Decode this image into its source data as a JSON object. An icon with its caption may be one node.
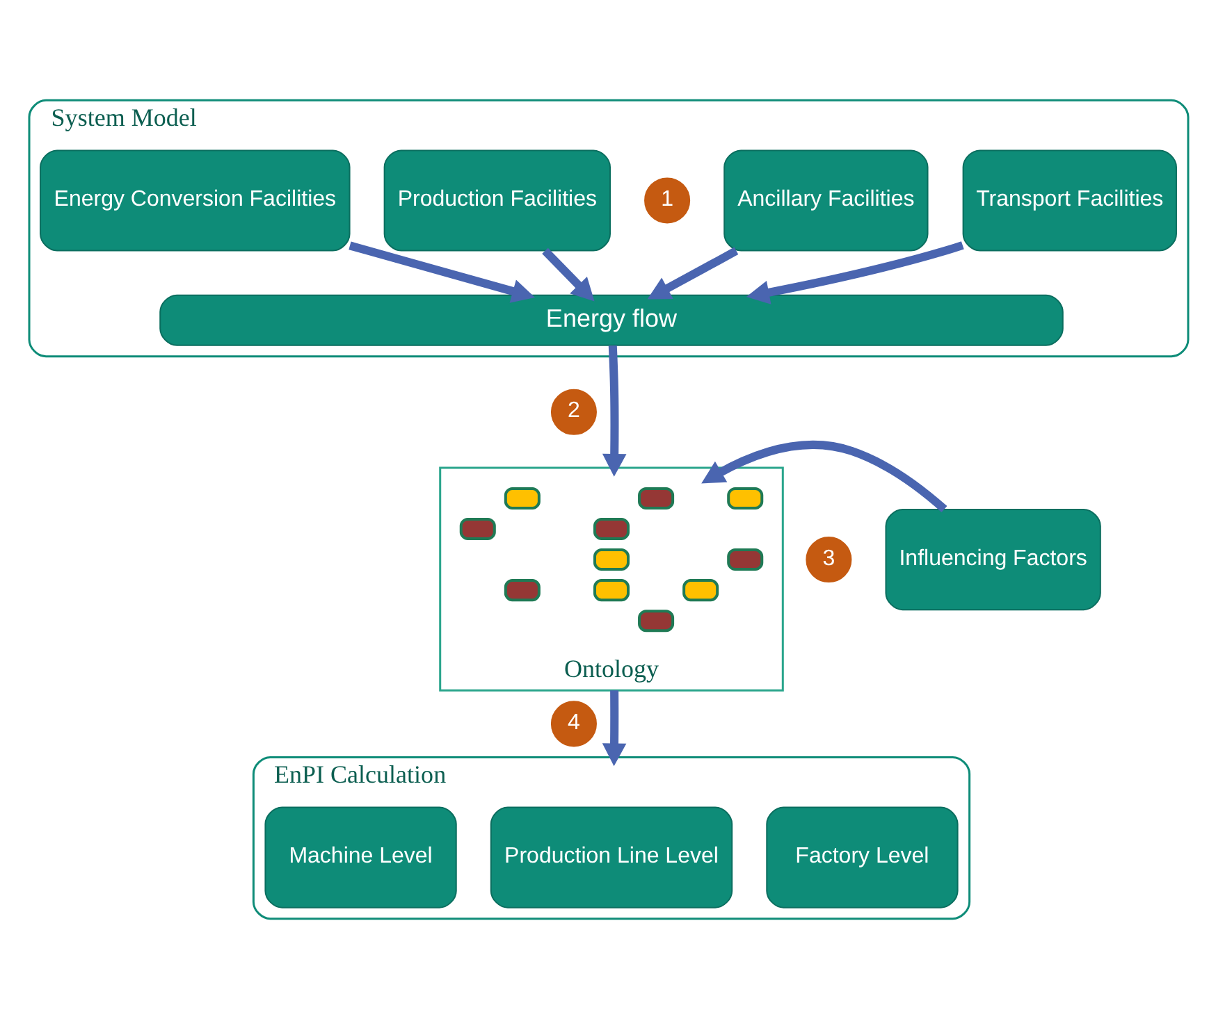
{
  "diagram": {
    "nodes": [
      {
        "text": [
          "System Model"
        ]
      },
      {
        "text": [
          "Energy Conversion Facilities"
        ],
        "in": 0
      },
      {
        "text": [
          "Production Facilities"
        ],
        "in": 0
      },
      {
        "text": [
          "Ancillary Facilities"
        ],
        "in": 0
      },
      {
        "text": [
          "Transport Facilities"
        ],
        "in": 0
      },
      {
        "text": [
          "Energy flow"
        ],
        "in": 0
      },
      {
        "text": [
          "1"
        ],
        "in": 0
      },
      {
        "text": [
          "2"
        ]
      },
      {
        "text": [
          "Ontology"
        ]
      },
      {
        "text": [],
        "shape": "picture",
        "in": 8
      },
      {
        "text": [
          "3"
        ]
      },
      {
        "text": [
          "Influencing Factors"
        ]
      },
      {
        "text": [
          "4"
        ]
      },
      {
        "text": [
          "EnPI Calculation"
        ]
      },
      {
        "text": [
          "Machine Level"
        ],
        "in": 13
      },
      {
        "text": [
          "Production Line Level"
        ],
        "in": 13
      },
      {
        "text": [
          "Factory Level"
        ],
        "in": 13
      }
    ],
    "edges": [
      {
        "from": 1,
        "to": 5,
        "arrow": "to"
      },
      {
        "from": 2,
        "to": 5,
        "arrow": "to"
      },
      {
        "from": 3,
        "to": 5,
        "arrow": "to"
      },
      {
        "from": 4,
        "to": 5,
        "arrow": "to"
      },
      {
        "from": 5,
        "to": 8,
        "arrow": "to"
      },
      {
        "from": 11,
        "to": 9,
        "arrow": "to"
      },
      {
        "from": 8,
        "to": 13,
        "arrow": "to"
      }
    ]
  }
}
